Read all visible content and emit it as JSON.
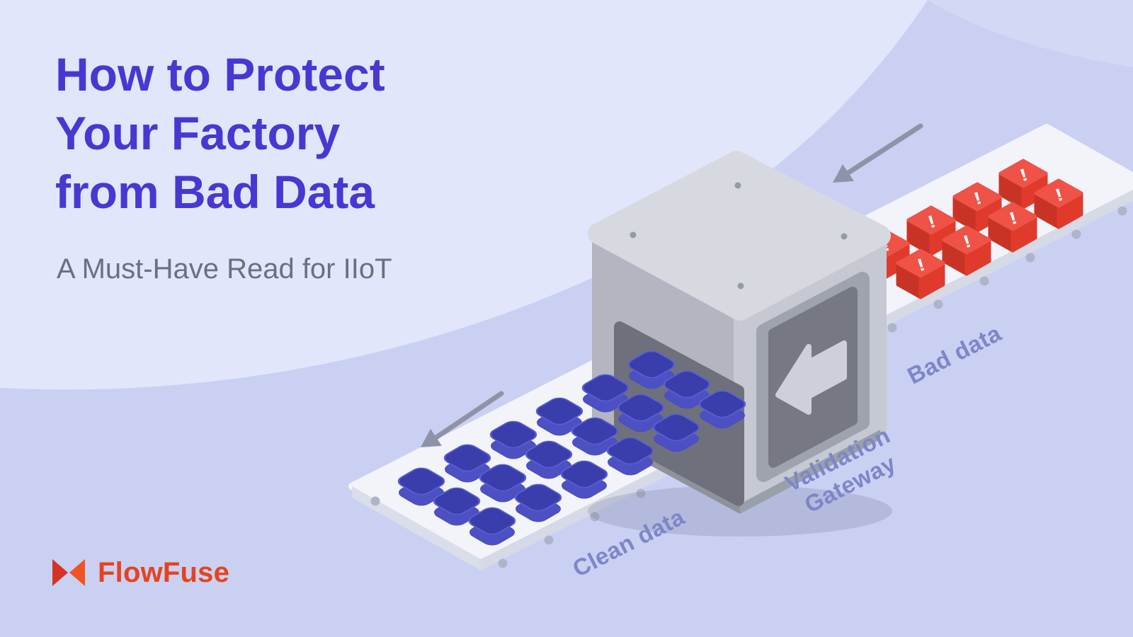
{
  "hero": {
    "title": "How to Protect\nYour Factory\nfrom Bad Data",
    "subtitle": "A Must-Have Read for IIoT"
  },
  "logo": {
    "text": "FlowFuse"
  },
  "diagram": {
    "labels": {
      "clean_data": "Clean data",
      "validation_gateway": "Validation\nGateway",
      "bad_data": "Bad data"
    },
    "bad_marker": "!"
  },
  "colors": {
    "background": "#cad0f2",
    "background_wave": "#e2e6fb",
    "title": "#4838d2",
    "subtitle": "#6b7080",
    "iso_label": "#7d86c8",
    "clean_cube": "#3a3ead",
    "bad_cube": "#e03a2c",
    "gateway_gray": "#c6c9d2",
    "logo_red": "#e5431f"
  }
}
